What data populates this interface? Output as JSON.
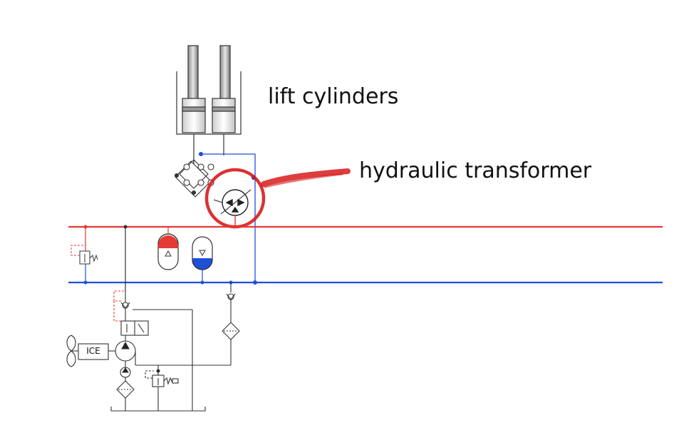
{
  "labels": {
    "lift_cylinders": "lift cylinders",
    "hydraulic_transformer": "hydraulic transformer",
    "engine": "ICE"
  },
  "colors": {
    "high_pressure": "#e53935",
    "low_pressure": "#1e4fd8",
    "annotation_marker": "#d81b1b",
    "component_line": "#333333"
  },
  "icons": [
    "lift-cylinder-icon",
    "hydraulic-transformer-icon",
    "accumulator-icon",
    "relief-valve-icon",
    "check-valve-icon",
    "directional-valve-icon",
    "pump-icon",
    "filter-icon",
    "fan-icon"
  ]
}
